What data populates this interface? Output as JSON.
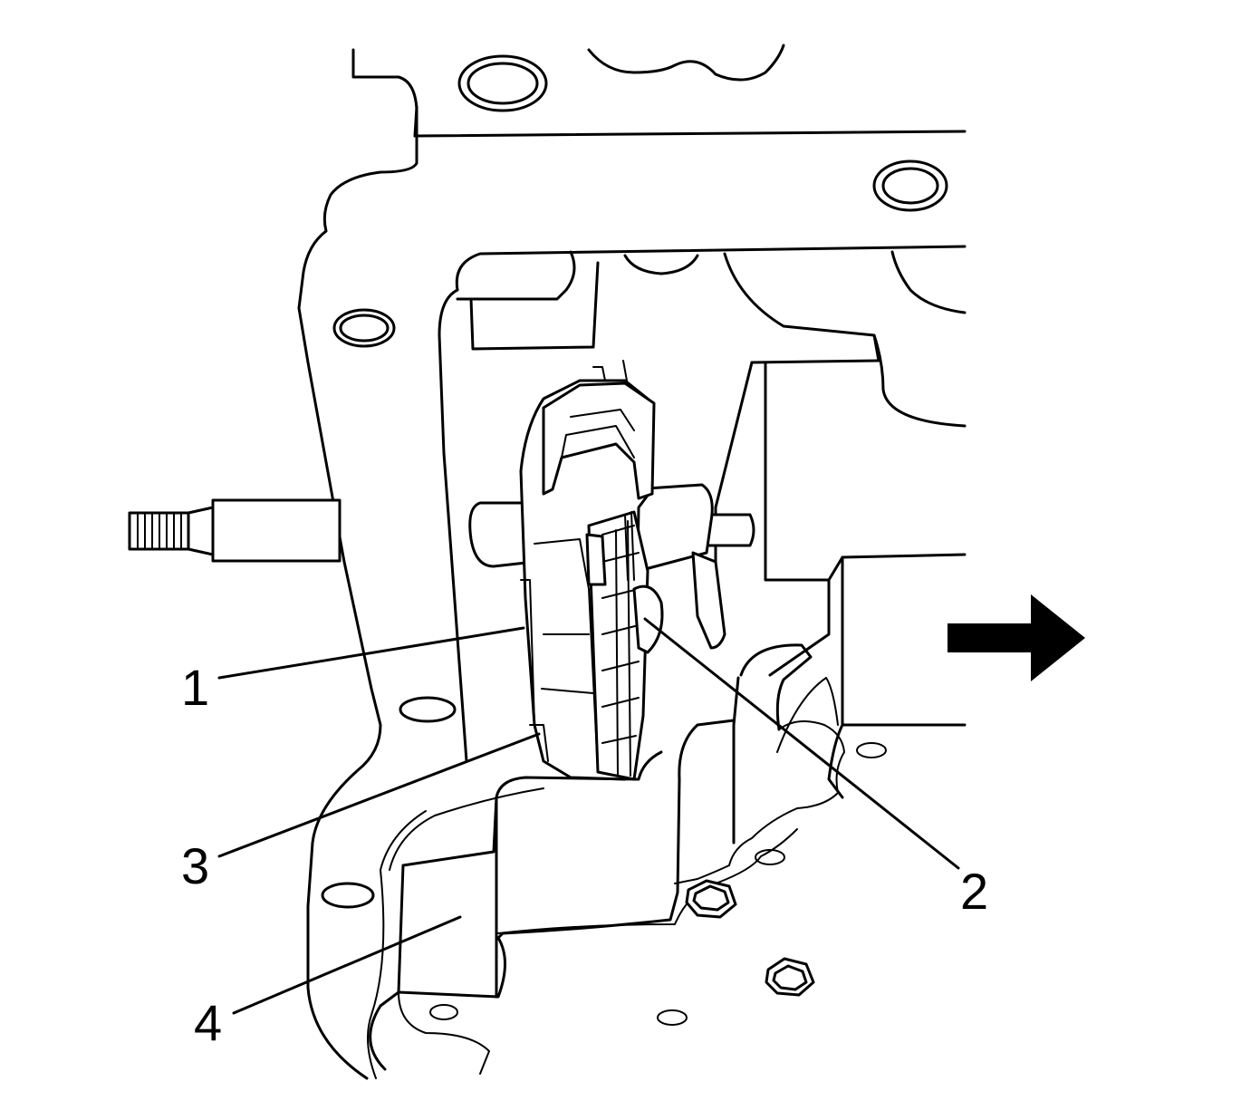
{
  "callouts": [
    {
      "id": "1",
      "label": "1"
    },
    {
      "id": "2",
      "label": "2"
    },
    {
      "id": "3",
      "label": "3"
    },
    {
      "id": "4",
      "label": "4"
    }
  ],
  "direction_arrow": {
    "icon": "arrow-right-icon",
    "color": "#000000"
  }
}
